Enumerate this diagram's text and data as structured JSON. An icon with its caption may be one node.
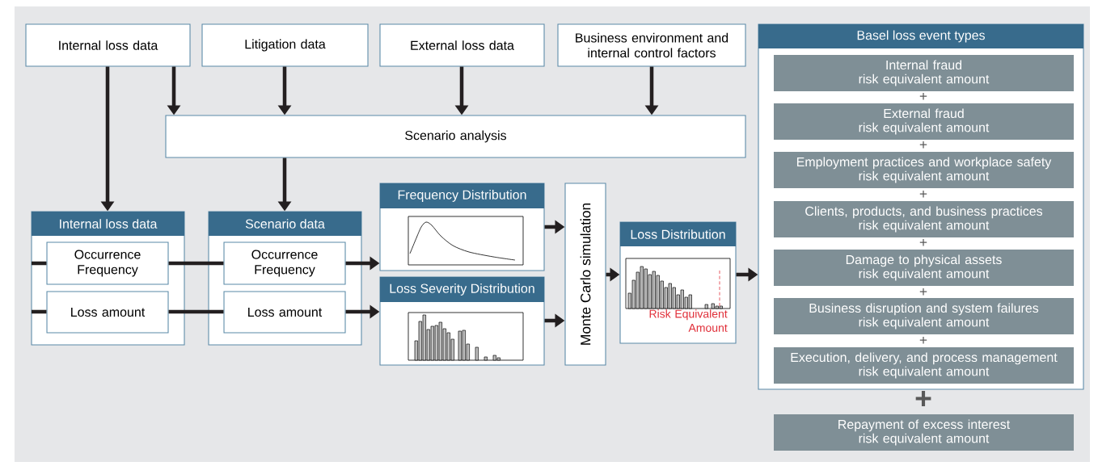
{
  "diagram": {
    "nodes": [
      {
        "text": [
          "Internal loss data"
        ]
      },
      {
        "text": [
          "Litigation data"
        ]
      },
      {
        "text": [
          "External loss data"
        ]
      },
      {
        "text": [
          "Business environment and internal control factors"
        ]
      },
      {
        "text": [
          "Scenario analysis"
        ]
      },
      {
        "text": [
          "Internal loss data"
        ]
      },
      {
        "text": [
          "Occurrence Frequency"
        ],
        "in": 5
      },
      {
        "text": [
          "Loss amount"
        ],
        "in": 5
      },
      {
        "text": [
          "Scenario data"
        ]
      },
      {
        "text": [
          "Occurrence Frequency"
        ],
        "in": 8
      },
      {
        "text": [
          "Loss amount"
        ],
        "in": 8
      },
      {
        "text": [
          "Frequency Distribution"
        ]
      },
      {
        "text": [
          "Loss Severity Distribution"
        ]
      },
      {
        "text": [
          "Monte Carlo simulation"
        ]
      },
      {
        "text": [
          "Loss Distribution",
          "Risk Equivalent Amount"
        ]
      },
      {
        "text": [
          "Basel loss event types"
        ]
      },
      {
        "text": [
          "Internal fraud",
          "risk equivalent amount"
        ],
        "in": 15
      },
      {
        "text": [
          "External fraud",
          "risk equivalent amount"
        ],
        "in": 15
      },
      {
        "text": [
          "Employment practices and workplace safety",
          "risk equivalent amount"
        ],
        "in": 15
      },
      {
        "text": [
          "Clients, products, and business practices",
          "risk equivalent amount"
        ],
        "in": 15
      },
      {
        "text": [
          "Damage to physical assets",
          "risk equivalent amount"
        ],
        "in": 15
      },
      {
        "text": [
          "Business disruption and system failures",
          "risk equivalent amount"
        ],
        "in": 15
      },
      {
        "text": [
          "Execution, delivery, and process management",
          "risk equivalent amount"
        ],
        "in": 15
      },
      {
        "text": [
          "Repayment of excess interest",
          "risk equivalent amount"
        ]
      }
    ],
    "edges": [
      {
        "from": 0,
        "to": 5,
        "arrow": "to"
      },
      {
        "from": 0,
        "to": 4,
        "arrow": "to"
      },
      {
        "from": 1,
        "to": 4,
        "arrow": "to"
      },
      {
        "from": 2,
        "to": 4,
        "arrow": "to"
      },
      {
        "from": 3,
        "to": 4,
        "arrow": "to"
      },
      {
        "from": 4,
        "to": 8,
        "arrow": "to"
      },
      {
        "from": null,
        "to": 6,
        "arrow": "none"
      },
      {
        "from": 6,
        "to": 9,
        "arrow": "none"
      },
      {
        "from": 9,
        "to": 11,
        "arrow": "to"
      },
      {
        "from": null,
        "to": 7,
        "arrow": "none"
      },
      {
        "from": 7,
        "to": 10,
        "arrow": "none"
      },
      {
        "from": 10,
        "to": 12,
        "arrow": "to"
      },
      {
        "from": 11,
        "to": 13,
        "arrow": "to"
      },
      {
        "from": 12,
        "to": 13,
        "arrow": "to"
      },
      {
        "from": 13,
        "to": 14,
        "arrow": "to"
      },
      {
        "from": 14,
        "to": 15,
        "arrow": "to"
      }
    ],
    "labels": [
      "+",
      "+",
      "+",
      "+",
      "+",
      "+",
      "+"
    ]
  }
}
